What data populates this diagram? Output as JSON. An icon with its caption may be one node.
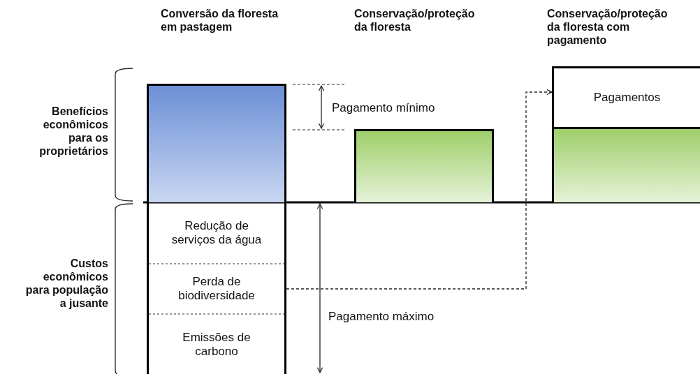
{
  "diagram": {
    "nodes": [
      {
        "text": [],
        "shape": "bar"
      },
      {
        "text": [],
        "shape": "bar"
      },
      {
        "text": [
          "Pagamentos"
        ]
      },
      {
        "text": [],
        "shape": "bar"
      },
      {
        "text": [
          "Redução de serviços da água"
        ]
      },
      {
        "text": [
          "Perda de biodiversidade"
        ]
      },
      {
        "text": [
          "Emissões de carbono"
        ]
      }
    ],
    "edges": [
      {
        "from": 5,
        "to": 2,
        "arrow": "to",
        "style": "dashed"
      }
    ],
    "labels": [
      "Conversão da floresta em pastagem",
      "Conservação/proteção da floresta",
      "Conservação/proteção da floresta com pagamento",
      "Benefícios econômicos para os proprietários",
      "Pagamento mínimo",
      "Custos econômicos para população a jusante",
      "Pagamento máximo"
    ]
  }
}
